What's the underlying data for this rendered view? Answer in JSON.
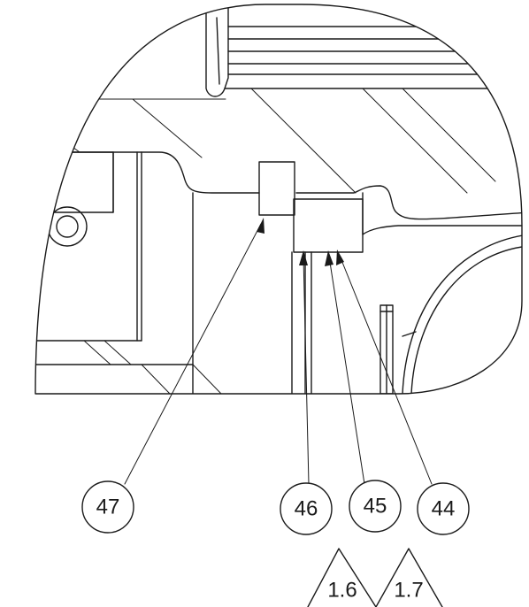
{
  "drawing": {
    "callouts": [
      {
        "id": "47",
        "label": "47"
      },
      {
        "id": "46",
        "label": "46"
      },
      {
        "id": "45",
        "label": "45"
      },
      {
        "id": "44",
        "label": "44"
      }
    ],
    "sheet_refs": [
      {
        "id": "1.6",
        "label": "1.6"
      },
      {
        "id": "1.7",
        "label": "1.7"
      }
    ]
  }
}
